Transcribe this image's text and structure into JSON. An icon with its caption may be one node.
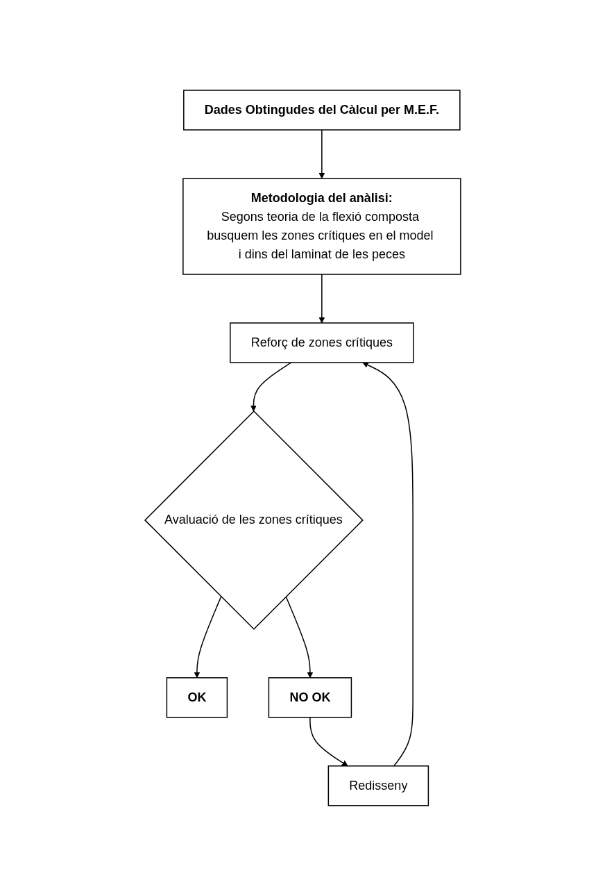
{
  "diagram": {
    "nodes": [
      {
        "text": [
          "Dades Obtingudes del Càlcul per M.E.F."
        ]
      },
      {
        "text": [
          "Metodologia del anàlisi:",
          "Segons teoria de la flexió composta busquem les zones crítiques en el model i dins del laminat de les peces"
        ]
      },
      {
        "text": [
          "Reforç de zones crítiques"
        ]
      },
      {
        "text": [
          "Avaluació de les zones crítiques"
        ]
      },
      {
        "text": [
          "OK"
        ]
      },
      {
        "text": [
          "NO OK"
        ]
      },
      {
        "text": [
          "Redisseny"
        ]
      }
    ],
    "edges": [
      {
        "from": 0,
        "to": 1,
        "arrow": "to"
      },
      {
        "from": 1,
        "to": 2,
        "arrow": "to"
      },
      {
        "from": 2,
        "to": 3,
        "arrow": "to"
      },
      {
        "from": 3,
        "to": 4,
        "arrow": "to"
      },
      {
        "from": 3,
        "to": 5,
        "arrow": "to"
      },
      {
        "from": 5,
        "to": 6,
        "arrow": "to"
      },
      {
        "from": 6,
        "to": 2,
        "arrow": "to"
      }
    ]
  }
}
